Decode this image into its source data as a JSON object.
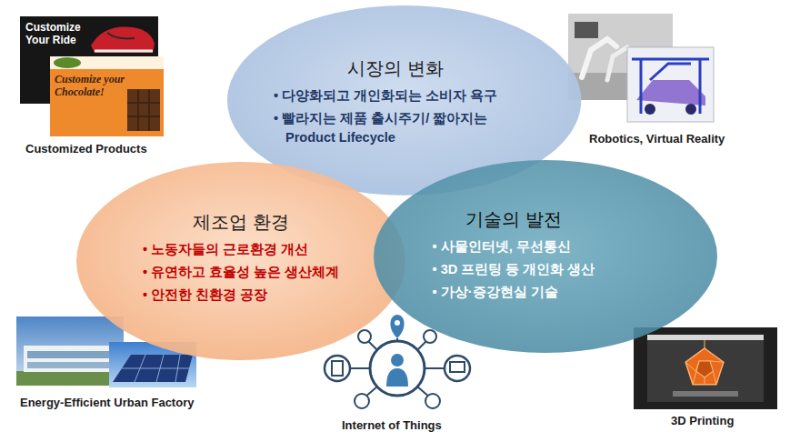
{
  "diagram": {
    "nodes": [
      {
        "text": [
          "시장의 변화",
          "• 다양화되고 개인화되는 소비자 욕구",
          "• 빨라지는 제품 출시주기/ 짧아지는 Product Lifecycle"
        ]
      },
      {
        "text": [
          "제조업 환경",
          "• 노동자들의 근로환경 개선",
          "• 유연하고 효율성 높은 생산체계",
          "• 안전한 친환경 공장"
        ]
      },
      {
        "text": [
          "기술의 발전",
          "• 사물인터넷, 무선통신",
          "• 3D 프린팅 등 개인화 생산",
          "• 가상·증강현실 기술"
        ]
      }
    ],
    "labels": [
      "Customize Your Ride",
      "Customize your Chocolate!",
      "Customized Products",
      "Robotics, Virtual Reality",
      "Energy-Efficient Urban Factory",
      "Internet of Things",
      "3D Printing"
    ]
  }
}
